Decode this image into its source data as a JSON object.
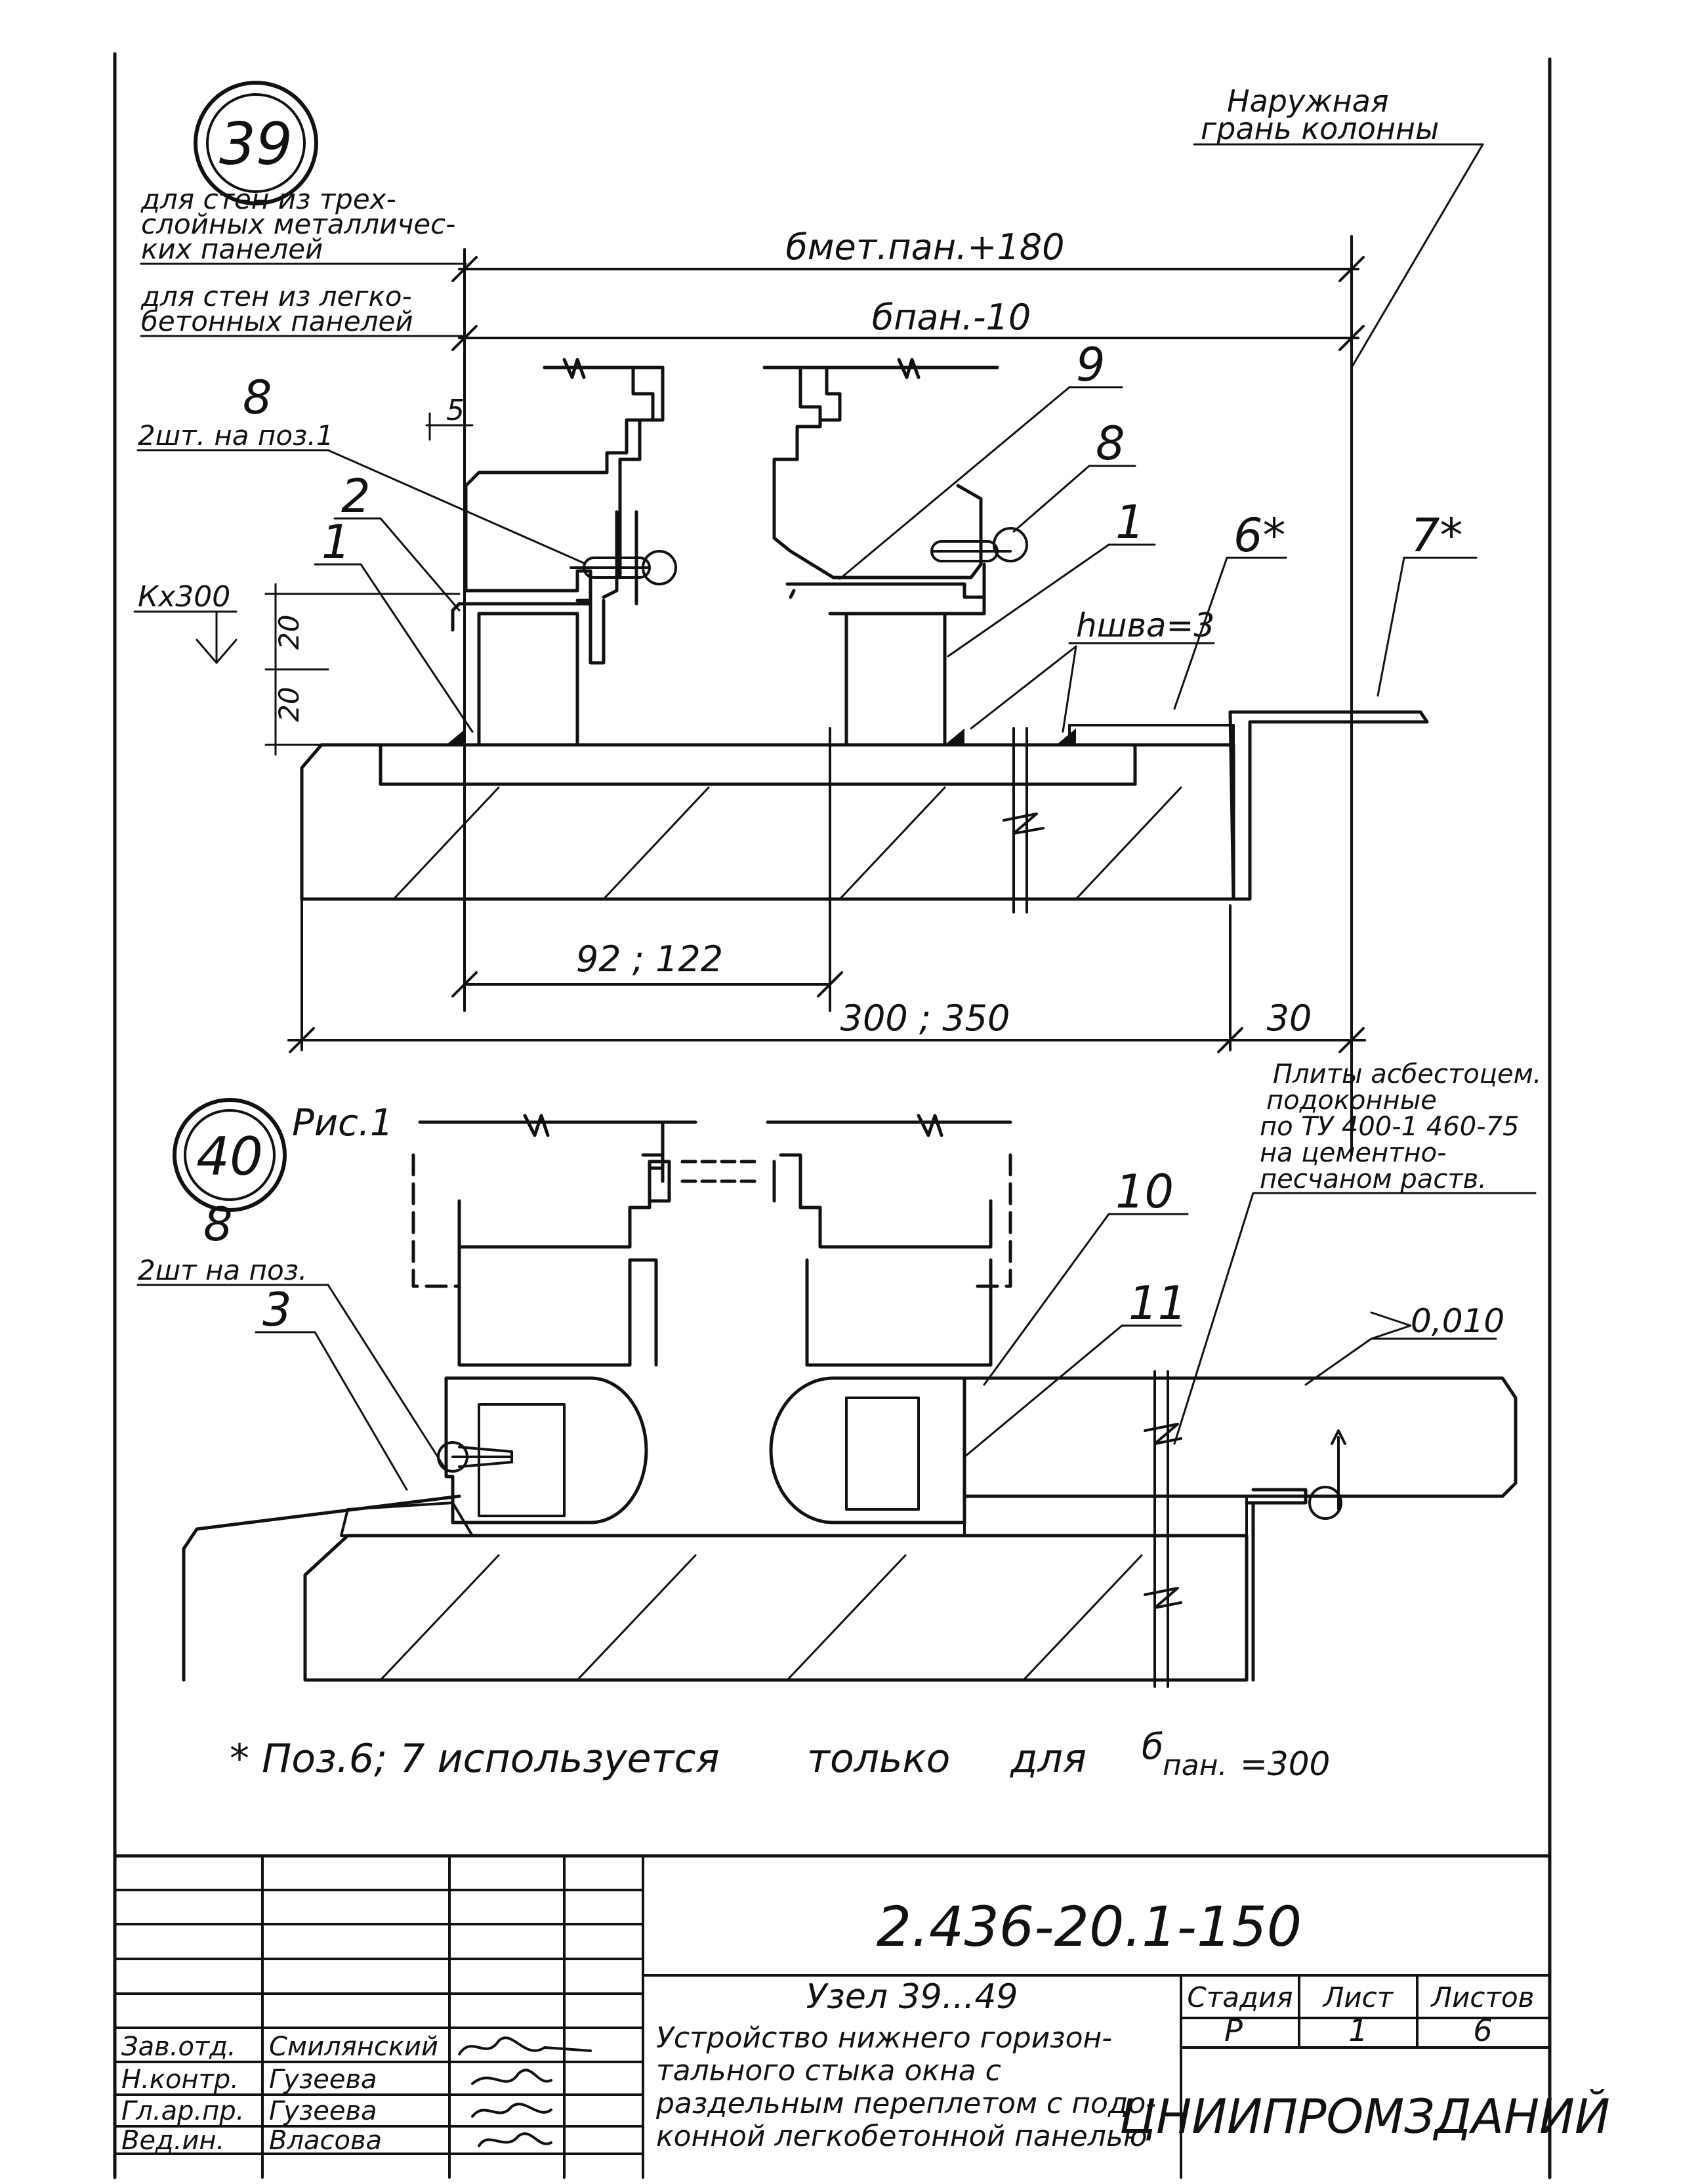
{
  "node39": {
    "number": "39",
    "note_three_layer": [
      "для стен из трех-",
      "слойных металличес-",
      "ких панелей"
    ],
    "note_light_concrete": [
      "для стен из легко-",
      "бетонных панелей"
    ],
    "outer_face": [
      "Наружная",
      "грань колонны"
    ],
    "dim_metal_panel": "бмет.пан.+180",
    "dim_panel": "бпан.-10",
    "dim_92_122": "92 ; 122",
    "dim_300_350": "300 ; 350",
    "dim_30": "30",
    "dim_5": "5",
    "dim_20a": "20",
    "dim_20b": "20",
    "level": "Кх300",
    "weld": "hшва=3",
    "pos_8_left": "8",
    "pos_8_left_note": "2шт. на поз.1",
    "pos_2": "2",
    "pos_1_left": "1",
    "pos_9": "9",
    "pos_8_right": "8",
    "pos_1_right": "1",
    "pos_6": "6*",
    "pos_7": "7*"
  },
  "node40": {
    "number": "40",
    "fig": "Рис.1",
    "pos_8": "8",
    "pos_8_note": "2шт на поз.",
    "pos_3": "3",
    "pos_10": "10",
    "pos_11": "11",
    "slope": "0,010",
    "plates_note": [
      "Плиты асбестоцем.",
      "подоконные",
      "по ТУ 400-1 460-75",
      "на цементно-",
      "песчаном раств."
    ]
  },
  "footnote": {
    "text_a": "* Поз.6; 7 используется",
    "text_b": "только",
    "text_c": "для",
    "text_d": "б",
    "text_sub": "пан.",
    "text_e": "=300"
  },
  "title_block": {
    "doc_code": "2.436-20.1-150",
    "title_line1": "Узел 39...49",
    "title_lines": [
      "Устройство нижнего горизон-",
      "тального стыка окна с",
      "раздельным переплетом с подо-",
      "конной легкобетонной панелью"
    ],
    "stage_label": "Стадия",
    "sheet_label": "Лист",
    "sheets_label": "Листов",
    "stage": "Р",
    "sheet": "1",
    "sheets": "6",
    "org": "ЦНИИПРОМЗДАНИЙ",
    "signatures": [
      {
        "role": "Зав.отд.",
        "name": "Смилянский"
      },
      {
        "role": "Н.контр.",
        "name": "Гузеева"
      },
      {
        "role": "Гл.ар.пр.",
        "name": "Гузеева"
      },
      {
        "role": "Вед.ин.",
        "name": "Власова"
      }
    ]
  }
}
